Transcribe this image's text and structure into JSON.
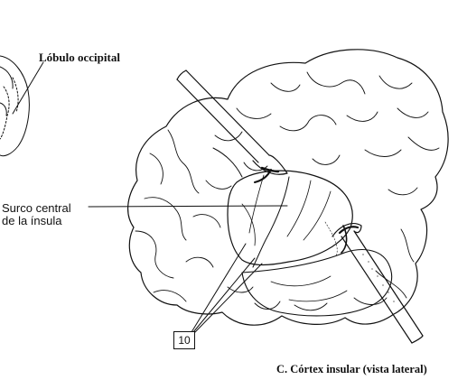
{
  "labels": {
    "occipital": "Lóbulo occipital",
    "surco_line1": "Surco central",
    "surco_line2": "de la ínsula",
    "number_box": "10",
    "caption": "C. Córtex insular (vista lateral)"
  },
  "colors": {
    "ink": "#111111",
    "paper": "#ffffff"
  }
}
